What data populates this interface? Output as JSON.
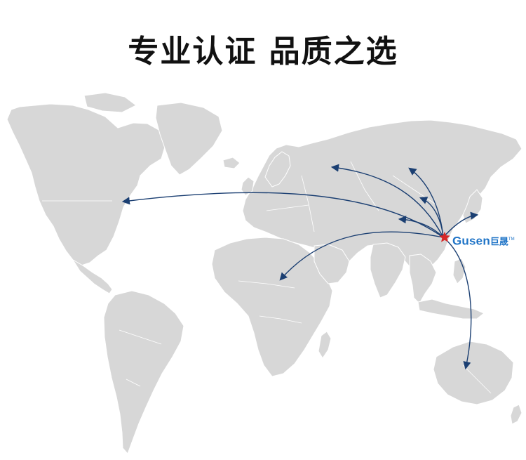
{
  "title": "专业认证 品质之选",
  "brand": {
    "name": "Gusen",
    "chinese": "巨晟",
    "tm": "TM"
  },
  "map": {
    "origin_icon": "star-icon",
    "routes": [
      {
        "id": "north-america",
        "label": ""
      },
      {
        "id": "russia",
        "label": ""
      },
      {
        "id": "north-china",
        "label": ""
      },
      {
        "id": "mongolia",
        "label": ""
      },
      {
        "id": "central-asia",
        "label": ""
      },
      {
        "id": "africa",
        "label": ""
      },
      {
        "id": "japan",
        "label": ""
      },
      {
        "id": "australia",
        "label": ""
      }
    ]
  },
  "colors": {
    "land": "#d7d7d7",
    "border": "#ffffff",
    "arrow": "#1b3f72",
    "star": "#d62828",
    "brand": "#1f74c7",
    "title": "#111111"
  }
}
